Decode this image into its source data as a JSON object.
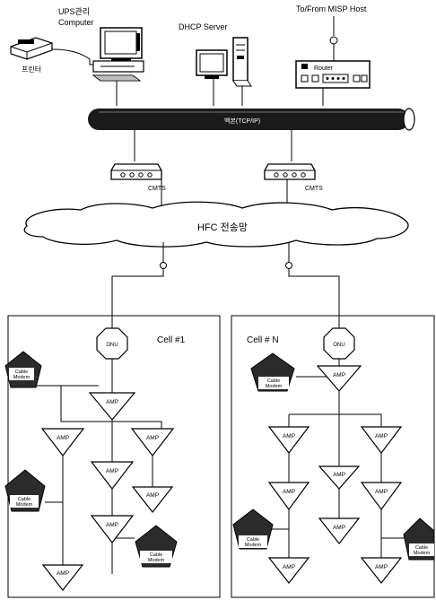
{
  "labels": {
    "ups_computer_line1": "UPS관리",
    "ups_computer_line2": "Computer",
    "printer": "프린터",
    "dhcp_server": "DHCP Server",
    "misp_host": "To/From MISP Host",
    "router": "Router",
    "backbone": "백본(TCP/IP)",
    "cmts_left": "CMTS",
    "cmts_right": "CMTS",
    "hfc_network": "HFC 전송망",
    "cell_1": "Cell #1",
    "cell_n": "Cell # N",
    "onu": "ONU",
    "amp": "AMP",
    "cable_modem_line1": "Cable",
    "cable_modem_line2": "Modem"
  },
  "colors": {
    "backbone_fill": "#1a1a1a",
    "modem_fill": "#2b2b2b",
    "line": "#000000"
  },
  "cells": [
    {
      "name_key": "cell_1",
      "amp_count": 7,
      "modem_count": 3
    },
    {
      "name_key": "cell_n",
      "amp_count": 9,
      "modem_count": 3
    }
  ]
}
